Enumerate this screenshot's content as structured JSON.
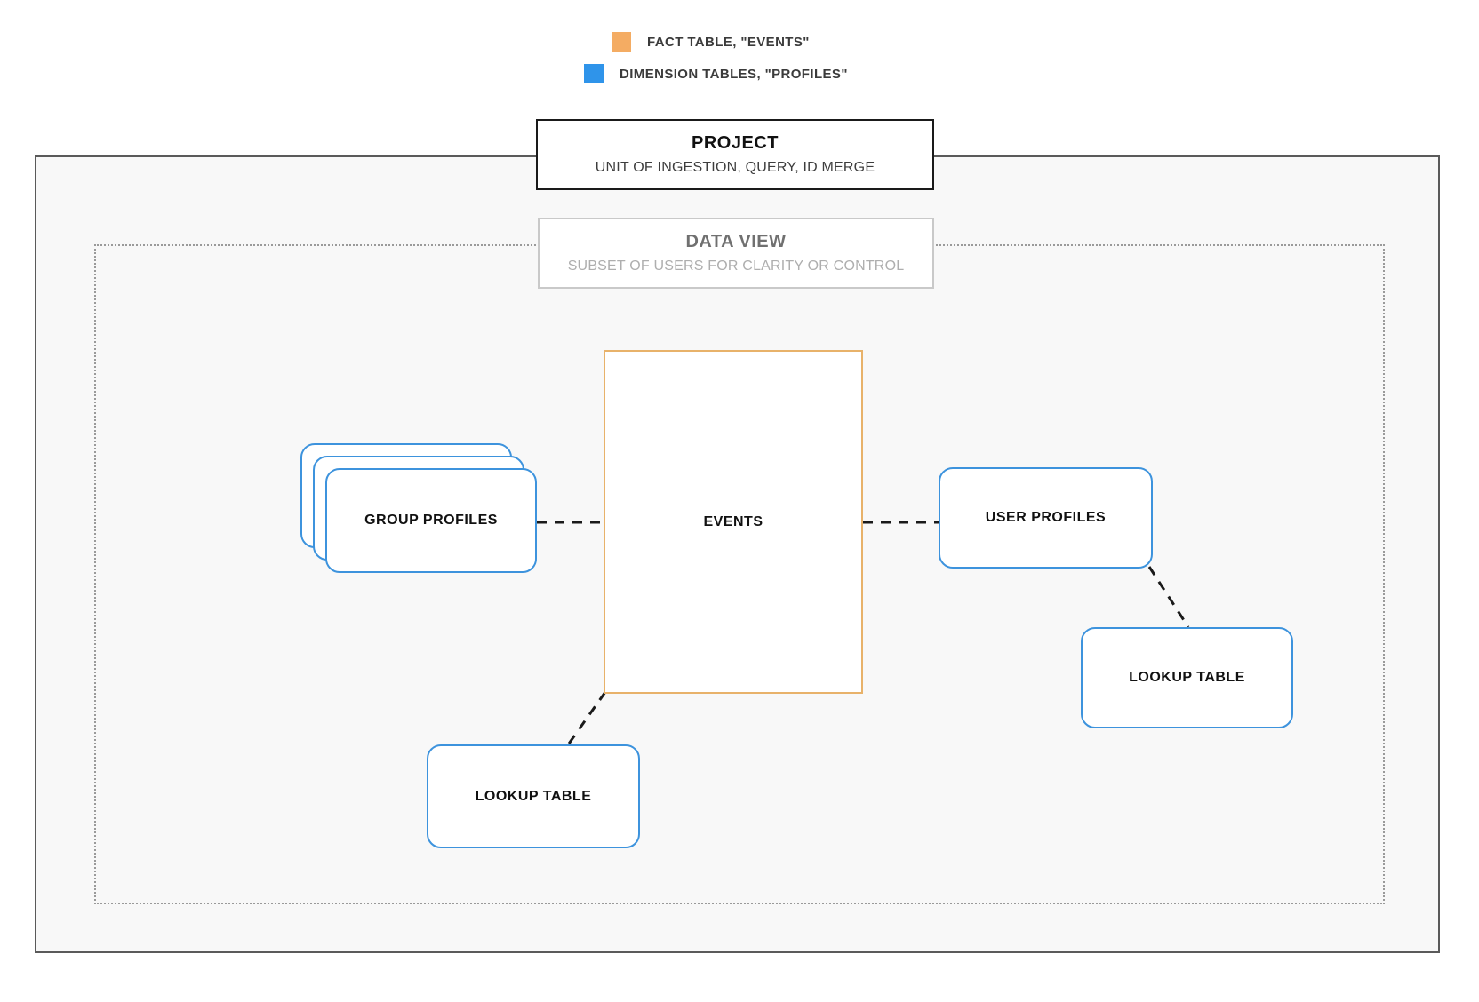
{
  "legend": {
    "items": [
      {
        "label": "FACT TABLE, \"EVENTS\"",
        "color": "#f4ac63",
        "icon": "orange-square-swatch"
      },
      {
        "label": "DIMENSION TABLES, \"PROFILES\"",
        "color": "#2f94ea",
        "icon": "blue-square-swatch"
      }
    ]
  },
  "project": {
    "title": "PROJECT",
    "subtitle": "UNIT OF INGESTION, QUERY, ID MERGE"
  },
  "data_view": {
    "title": "DATA VIEW",
    "subtitle": "SUBSET OF USERS FOR CLARITY OR CONTROL"
  },
  "nodes": {
    "events": {
      "label": "EVENTS",
      "kind": "fact-table",
      "color": "#e8b26a"
    },
    "group_profiles": {
      "label": "GROUP PROFILES",
      "kind": "dimension-table-stack",
      "color": "#3d93dd"
    },
    "user_profiles": {
      "label": "USER PROFILES",
      "kind": "dimension-table",
      "color": "#3d93dd"
    },
    "lookup_table_right": {
      "label": "LOOKUP TABLE",
      "kind": "dimension-table",
      "color": "#3d93dd"
    },
    "lookup_table_left": {
      "label": "LOOKUP TABLE",
      "kind": "dimension-table",
      "color": "#3d93dd"
    }
  },
  "connections": [
    {
      "from": "group_profiles",
      "to": "events",
      "style": "dashed"
    },
    {
      "from": "events",
      "to": "user_profiles",
      "style": "dashed"
    },
    {
      "from": "events",
      "to": "lookup_table_left",
      "style": "dashed"
    },
    {
      "from": "user_profiles",
      "to": "lookup_table_right",
      "style": "dashed"
    }
  ],
  "frames": {
    "project_frame_color": "#5a5a5a",
    "data_view_frame_color": "#9a9a9a",
    "canvas_background": "#f8f8f8"
  }
}
